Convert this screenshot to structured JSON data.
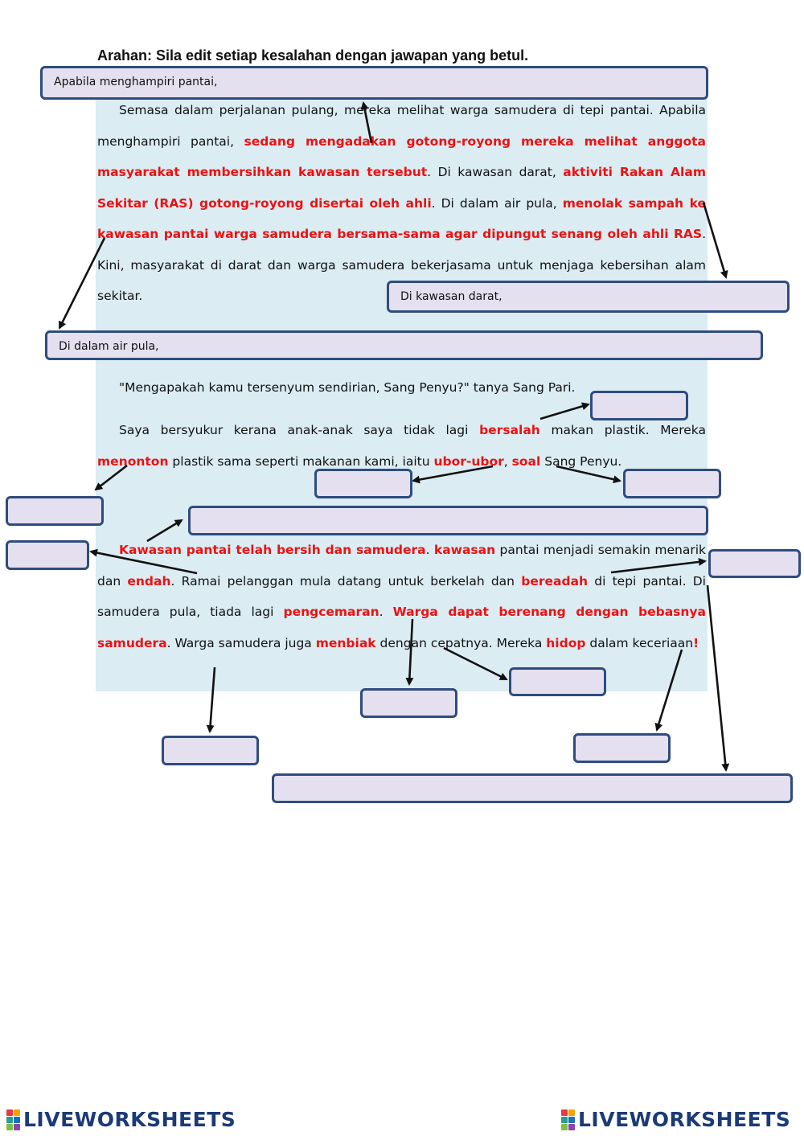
{
  "instruction": "Arahan: Sila edit setiap kesalahan dengan jawapan yang betul.",
  "p1": {
    "s1": "Semasa dalam perjalanan pulang, mereka melihat warga samudera di tepi pantai. Apabila menghampiri pantai,",
    "e1": "sedang mengadakan gotong-royong mereka melihat anggota masyarakat membersihkan kawasan tersebut",
    "s2": ". Di kawasan darat,",
    "e2": "aktiviti Rakan Alam Sekitar (RAS) gotong-royong disertai oleh ahli",
    "s3": ". Di dalam air pula,",
    "e3": "menolak sampah ke kawasan pantai warga samudera bersama-sama agar dipungut senang oleh ahli RAS",
    "s4": ". Kini, masyarakat di darat dan warga samudera bekerjasama untuk menjaga kebersihan alam sekitar."
  },
  "p2": {
    "text": "\"Mengapakah kamu tersenyum sendirian, Sang Penyu?\" tanya Sang Pari."
  },
  "p3": {
    "s1": "Saya bersyukur kerana anak-anak saya tidak lagi",
    "e1": "bersalah",
    "s2": "makan plastik. Mereka",
    "e2": "menonton",
    "s3": "plastik sama seperti makanan kami, iaitu",
    "e3": "ubor-ubor",
    "s4": ",",
    "e4": "soal",
    "s5": "Sang Penyu."
  },
  "p4": {
    "e1": "Kawasan pantai telah bersih dan samudera",
    "s1": ".",
    "e2": "kawasan",
    "s2": "pantai menjadi semakin menarik dan",
    "e3": "endah",
    "s3": ". Ramai pelanggan mula datang untuk berkelah dan",
    "e4": "bereadah",
    "s4": "di tepi pantai. Di samudera pula, tiada lagi",
    "e5": "pengcemaran",
    "s5": ".",
    "e6": "Warga dapat berenang dengan bebasnya samudera",
    "s6": ". Warga samudera juga",
    "e7": "menbiak",
    "s7": "dengan cepatnya. Mereka",
    "e8": "hidop",
    "s8": "dalam keceriaan",
    "e9": "!"
  },
  "answers": {
    "a1": "Apabila menghampiri pantai,",
    "a2": "Di kawasan darat,",
    "a3": "Di dalam air pula,",
    "a4": "",
    "a5": "",
    "a6": "",
    "a7": "",
    "a8": "",
    "a9": "",
    "a10": "",
    "a11": "",
    "a12": "",
    "a13": "",
    "a14": "",
    "a15": ""
  },
  "footer": {
    "brand": "LIVEWORKSHEETS"
  },
  "colors": {
    "error": "#ee1111",
    "panel": "#dbecf3",
    "box_fill": "#e4e0ef",
    "box_border": "#2f4c7e",
    "brand": "#1a3a78"
  }
}
